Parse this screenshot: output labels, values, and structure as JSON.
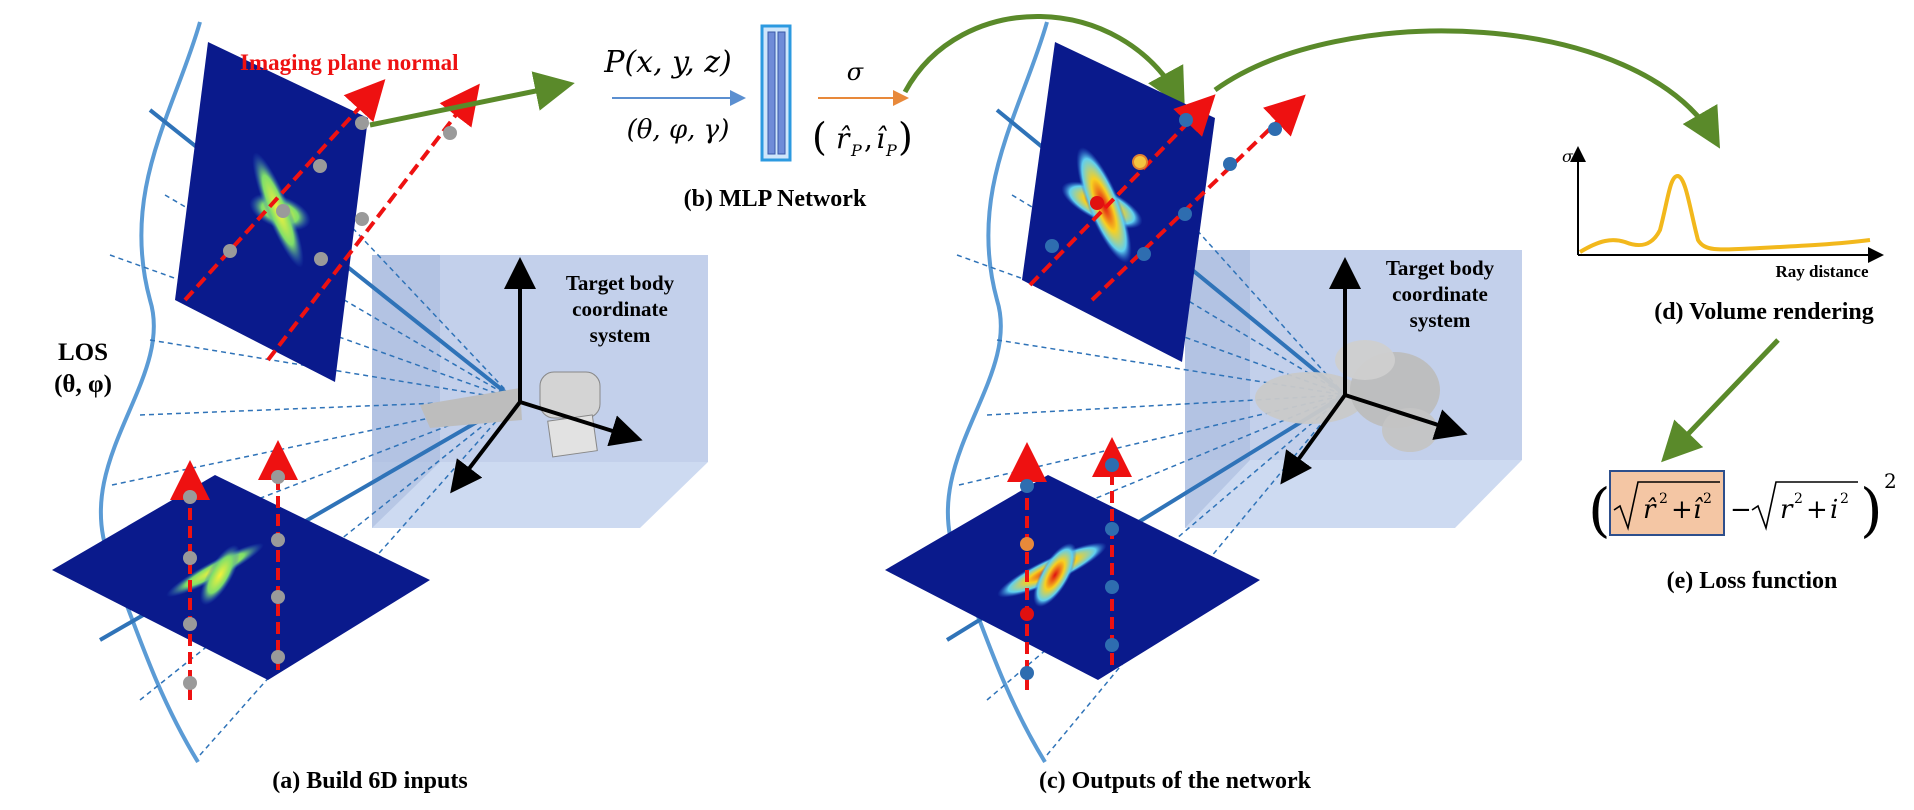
{
  "panel_a": {
    "caption": "(a) Build 6D inputs",
    "imaging_plane_label": "Imaging plane normal",
    "los_label_line1": "LOS",
    "los_label_line2": "(θ, φ)",
    "target_label": [
      "Target body",
      "coordinate",
      "system"
    ]
  },
  "panel_b": {
    "caption": "(b) MLP Network",
    "input_pos": "P(x, y, z)",
    "input_angles": "(θ, φ, γ)",
    "sigma": "σ",
    "output_rp": "r̂",
    "output_ip": "î",
    "output_sub": "P"
  },
  "panel_c": {
    "caption": "(c) Outputs of the network",
    "target_label": [
      "Target body",
      "coordinate",
      "system"
    ]
  },
  "panel_d": {
    "caption": "(d) Volume rendering",
    "y_axis": "σ",
    "x_axis": "Ray distance"
  },
  "panel_e": {
    "caption": "(e) Loss function",
    "term_hat_r": "r̂",
    "term_hat_i": "î",
    "term_r": "r",
    "term_i": "i",
    "power": "2",
    "minus": "−",
    "plus": "+"
  },
  "colors": {
    "plane": "#0a1a8c",
    "ray": "#ee1111",
    "arrow_green": "#5a8a2a",
    "los_curve": "#5b9bd5",
    "los_line": "#2f73b8",
    "cube": "#b8c8e8",
    "sample_gray": "#9a9a9a",
    "sample_blue": "#2e6db0",
    "loss_box": "#f4c6a4",
    "rendering_curve": "#f2b81c"
  }
}
